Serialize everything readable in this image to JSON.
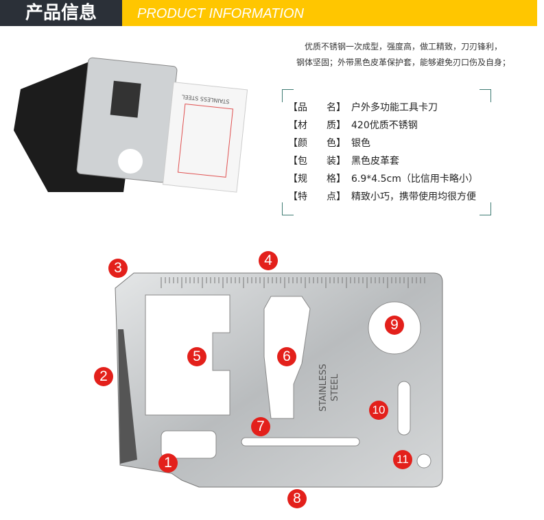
{
  "header": {
    "title_cn": "产品信息",
    "title_en": "PRODUCT INFORMATION"
  },
  "description": [
    "优质不锈钢一次成型，强度高，做工精致，刀刃锋利，",
    "钢体坚固；外带黑色皮革保护套，能够避免刃口伤及自身；"
  ],
  "specs": [
    {
      "k1": "【品",
      "k2": "名】",
      "v": "户外多功能工具卡刀"
    },
    {
      "k1": "【材",
      "k2": "质】",
      "v": "420优质不锈钢"
    },
    {
      "k1": "【颜",
      "k2": "色】",
      "v": "银色"
    },
    {
      "k1": "【包",
      "k2": "装】",
      "v": "黑色皮革套"
    },
    {
      "k1": "【规",
      "k2": "格】",
      "v": "6.9*4.5cm（比信用卡略小）"
    },
    {
      "k1": "【特",
      "k2": "点】",
      "v": "精致小巧，携带使用均很方便"
    }
  ],
  "card": {
    "engraving_1": "STAINLESS",
    "engraving_2": "STEEL",
    "instruction_card_text": "STAINLESS STEEL"
  },
  "labels": [
    "1",
    "2",
    "3",
    "4",
    "5",
    "6",
    "7",
    "8",
    "9",
    "10",
    "11"
  ],
  "colors": {
    "header_dark": "#2b3038",
    "header_yellow": "#ffc600",
    "label_red": "#e3201b"
  }
}
